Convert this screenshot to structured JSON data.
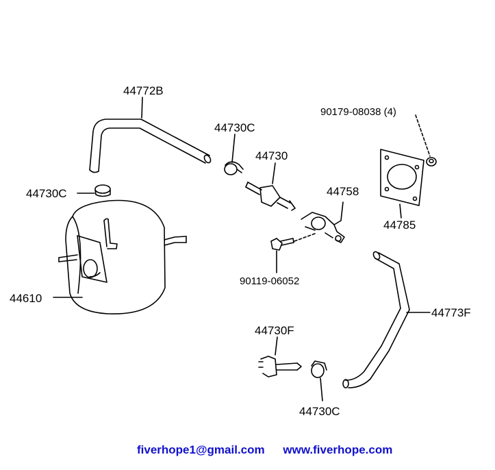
{
  "parts": {
    "p44772B": "44772B",
    "p44730C_top": "44730C",
    "p44730": "44730",
    "p90179": "90179-08038 (4)",
    "p44730C_left": "44730C",
    "p44758": "44758",
    "p44785": "44785",
    "p44610": "44610",
    "p90119": "90119-06052",
    "p44773F": "44773F",
    "p44730F": "44730F",
    "p44730C_bottom": "44730C"
  },
  "footer": {
    "email": "fiverhope1@gmail.com",
    "website": "www.fiverhope.com"
  },
  "colors": {
    "line": "#000000",
    "footer_text": "#1010cc"
  }
}
